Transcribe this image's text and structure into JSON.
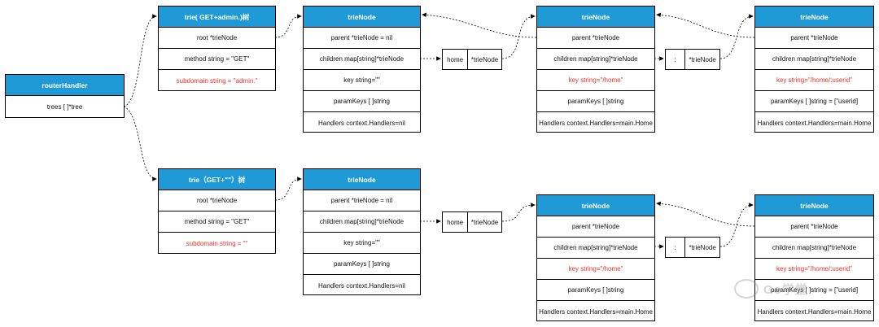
{
  "routerHandler": {
    "title": "routerHandler",
    "rows": [
      "trees [ ]*tree"
    ]
  },
  "tree_admin": {
    "title": "trie( GET+admin.)树",
    "rows": [
      "root *trieNode",
      "method string = \"GET\"",
      "subdomain string = \"admin.\""
    ]
  },
  "tree_root": {
    "title": "trie（GET+\"\"）树",
    "rows": [
      "root *trieNode",
      "method string = \"GET\"",
      "subdomain string = \"\""
    ]
  },
  "node_a1": {
    "title": "trieNode",
    "rows": [
      "parent *trieNode = nil",
      "children map[string]*trieNode",
      "key string=\"\"",
      "paramKeys [ ]string",
      "Handlers context.Handlers=nil"
    ]
  },
  "node_a2": {
    "title": "trieNode",
    "rows": [
      "parent *trieNode",
      "children map[string]*trieNode",
      "key string=\"/home\"",
      "paramKeys [ ]string",
      "Handlers context.Handlers=main.Home"
    ]
  },
  "node_a3": {
    "title": "trieNode",
    "rows": [
      "parent *trieNode",
      "children map[string]*trieNode",
      "key string=\"/home/:userid\"",
      "paramKeys [ ]string = [\"userid]",
      "Handlers context.Handlers=main.Home"
    ]
  },
  "node_b1": {
    "title": "trieNode",
    "rows": [
      "parent *trieNode = nil",
      "children map[string]*trieNode",
      "key string=\"\"",
      "paramKeys [ ]string",
      "Handlers context.Handlers=nil"
    ]
  },
  "node_b2": {
    "title": "trieNode",
    "rows": [
      "parent *trieNode",
      "children map[string]*trieNode",
      "key string=\"/home\"",
      "paramKeys [ ]string",
      "Handlers context.Handlers=main.Home"
    ]
  },
  "node_b3": {
    "title": "trieNode",
    "rows": [
      "parent *trieNode",
      "children map[string]*trieNode",
      "key string=\"/home/:userid\"",
      "paramKeys [ ]string = [\"userid]",
      "Handlers context.Handlers=main.Home"
    ]
  },
  "map_home_a": {
    "key": "home",
    "val": "*trieNode"
  },
  "map_colon_a": {
    "key": ":",
    "val": "*trieNode"
  },
  "map_home_b": {
    "key": "home",
    "val": "*trieNode"
  },
  "map_colon_b": {
    "key": ":",
    "val": "*trieNode"
  },
  "watermark": {
    "text": "Go学堂"
  },
  "colors": {
    "header": "#1f9ad6",
    "red_text": "#e8322a",
    "line": "#000000"
  }
}
